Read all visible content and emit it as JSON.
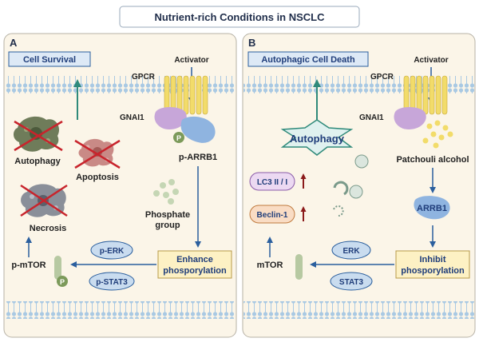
{
  "title": "Nutrient-rich Conditions in NSCLC",
  "panel_a": {
    "letter": "A",
    "outcome": "Cell Survival",
    "activator": "Activator",
    "gpcr": "GPCR",
    "gnai1": "GNAI1",
    "p_marker": "P",
    "p_arrb1": "p-ARRB1",
    "autophagy": "Autophagy",
    "apoptosis": "Apoptosis",
    "necrosis": "Necrosis",
    "phosphate_line1": "Phosphate",
    "phosphate_line2": "group",
    "enhance_line1": "Enhance",
    "enhance_line2": "phosporylation",
    "p_erk": "p-ERK",
    "p_stat3": "p-STAT3",
    "p_mtor": "p-mTOR"
  },
  "panel_b": {
    "letter": "B",
    "outcome": "Autophagic Cell Death",
    "activator": "Activator",
    "gpcr": "GPCR",
    "gnai1": "GNAI1",
    "autophagy": "Autophagy",
    "patchouli": "Patchouli alcohol",
    "arrb1": "ARRB1",
    "lc3": "LC3 II / I",
    "beclin": "Beclin-1",
    "inhibit_line1": "Inhibit",
    "inhibit_line2": "phosporylation",
    "erk": "ERK",
    "stat3": "STAT3",
    "mtor": "mTOR"
  },
  "colors": {
    "panel_bg": "#fbf5e8",
    "membrane": "#a9c9e3",
    "receptor": "#f2dc6a",
    "gnai1": "#c7a6d9",
    "arrb1": "#8fb4e0",
    "teal_arrow": "#2f8a7a",
    "blue_arrow": "#2b5f9e",
    "red_arrow": "#8b1a1a",
    "box_fill": "#fdf1c4",
    "label_box": "#dde9f6",
    "oval": "#c9dcef"
  }
}
